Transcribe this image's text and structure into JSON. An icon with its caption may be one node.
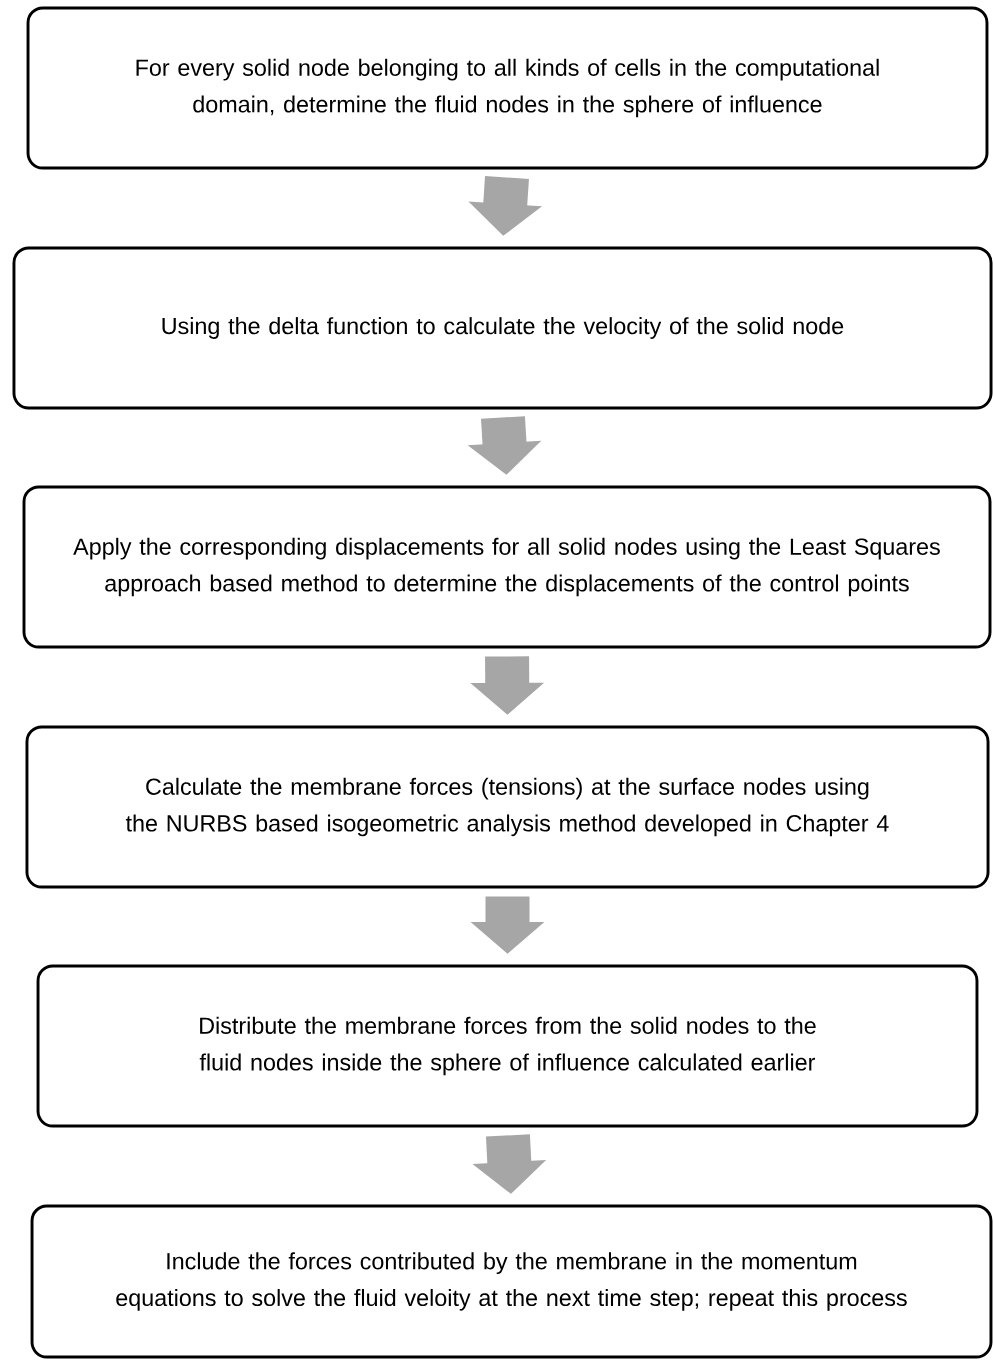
{
  "diagram": {
    "nodes": [
      {
        "text": [
          "For every solid node belonging to all kinds of cells in the computational domain, determine the fluid nodes in the sphere of influence"
        ]
      },
      {
        "text": [
          "Using the delta function to calculate the velocity of the solid node"
        ]
      },
      {
        "text": [
          "Apply the corresponding displacements for all solid nodes using the Least Squares approach based method to determine the displacements of the control points"
        ]
      },
      {
        "text": [
          "Calculate the membrane forces (tensions) at the surface nodes using the NURBS based isogeometric analysis method developed in Chapter 4"
        ]
      },
      {
        "text": [
          "Distribute the membrane forces from the solid nodes to the fluid nodes inside the sphere of influence calculated earlier"
        ]
      },
      {
        "text": [
          "Include the forces contributed by the membrane in the momentum equations to solve the fluid veloity at the next time step; repeat this process"
        ]
      }
    ],
    "edges": [
      {
        "from": 0,
        "to": 1,
        "arrow": "to"
      },
      {
        "from": 1,
        "to": 2,
        "arrow": "to"
      },
      {
        "from": 2,
        "to": 3,
        "arrow": "to"
      },
      {
        "from": 3,
        "to": 4,
        "arrow": "to"
      },
      {
        "from": 4,
        "to": 5,
        "arrow": "to"
      }
    ]
  }
}
